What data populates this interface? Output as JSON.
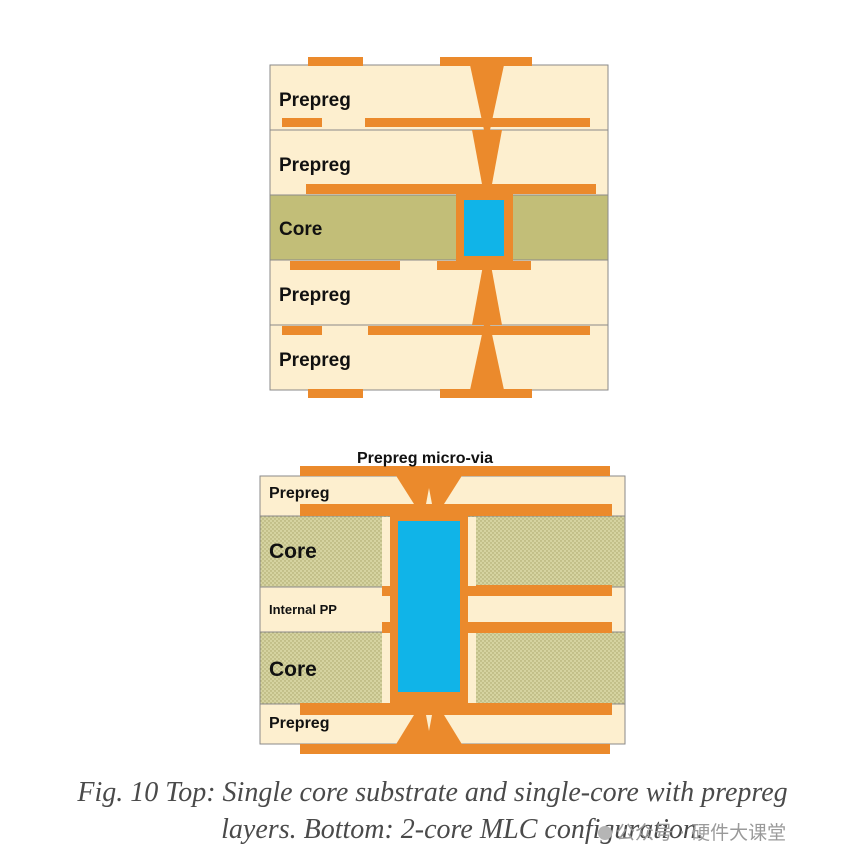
{
  "colors": {
    "copper": "#EB8A2C",
    "prepreg": "#FDEFCF",
    "core": "#C2BE78",
    "core_dotted": "#D5D3A0",
    "fill": "#10B4E8",
    "line": "#8A8A8A"
  },
  "top_stack": {
    "layers": [
      {
        "type": "prepreg",
        "label": "Prepreg"
      },
      {
        "type": "prepreg",
        "label": "Prepreg"
      },
      {
        "type": "core",
        "label": "Core"
      },
      {
        "type": "prepreg",
        "label": "Prepreg"
      },
      {
        "type": "prepreg",
        "label": "Prepreg"
      }
    ]
  },
  "bottom_stack": {
    "title": "Prepreg micro-via",
    "layers": [
      {
        "type": "prepreg",
        "label": "Prepreg"
      },
      {
        "type": "core",
        "label": "Core"
      },
      {
        "type": "internal-pp",
        "label": "Internal PP"
      },
      {
        "type": "core",
        "label": "Core"
      },
      {
        "type": "prepreg",
        "label": "Prepreg"
      }
    ]
  },
  "caption": {
    "line1": "Fig.  10   Top: Single core substrate and single-core with prepreg",
    "line2": "layers.  Bottom: 2-core MLC configuration."
  },
  "watermark": "公众号 · 硬件大课堂"
}
